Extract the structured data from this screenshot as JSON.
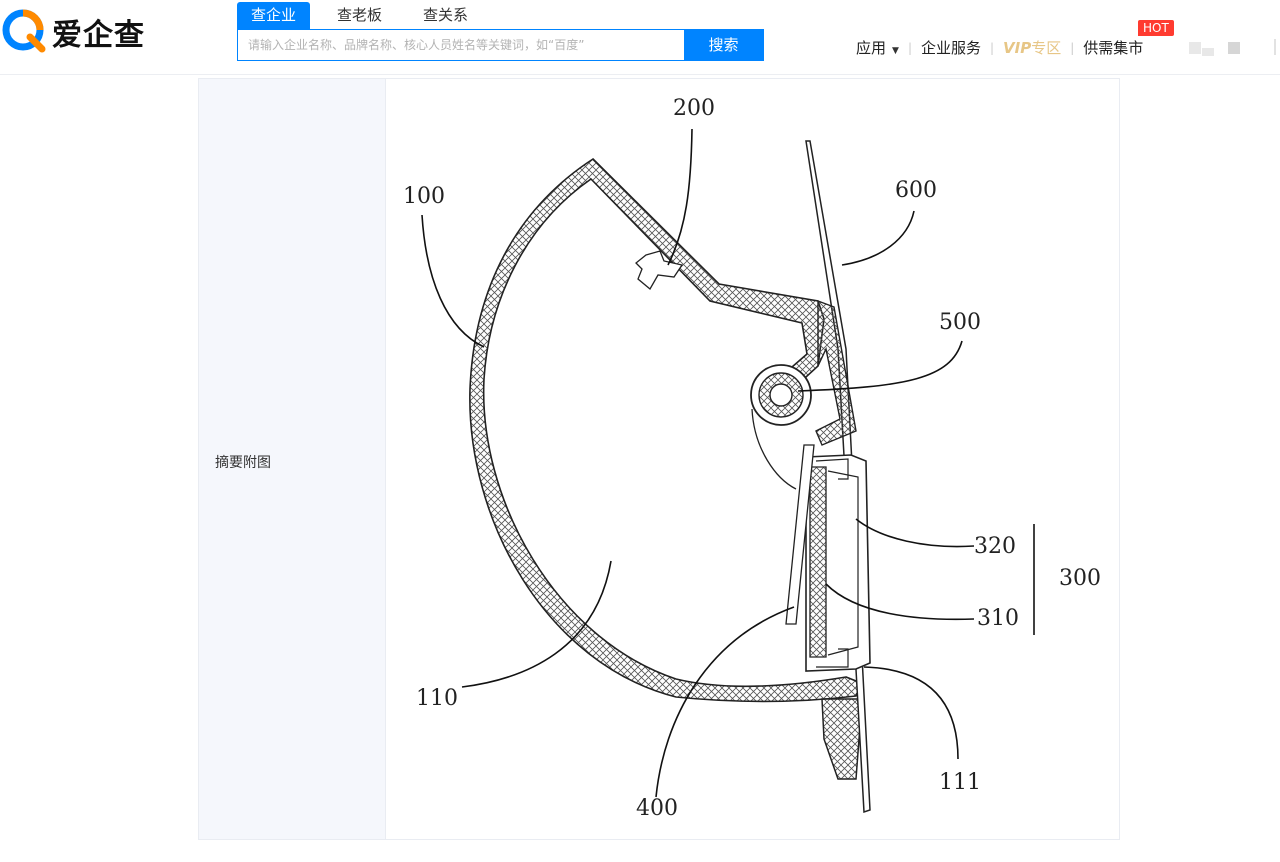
{
  "header": {
    "logo_text": "爱企查",
    "tabs": [
      "查企业",
      "查老板",
      "查关系"
    ],
    "search": {
      "placeholder": "请输入企业名称、品牌名称、核心人员姓名等关键词，如“百度”",
      "button": "搜索"
    },
    "nav": {
      "apps": "应用",
      "enterprise_service": "企业服务",
      "vip": "VIP",
      "vip_zone": "专区",
      "market": "供需集市",
      "hot_badge": "HOT"
    }
  },
  "content": {
    "label": "摘要附图",
    "figure_labels": {
      "l100": "100",
      "l200": "200",
      "l600": "600",
      "l500": "500",
      "l320": "320",
      "l300": "300",
      "l310": "310",
      "l110": "110",
      "l111": "111",
      "l400": "400"
    }
  },
  "colors": {
    "primary": "#0084ff",
    "hot": "#ff3b30",
    "vip": "#e7c686"
  }
}
